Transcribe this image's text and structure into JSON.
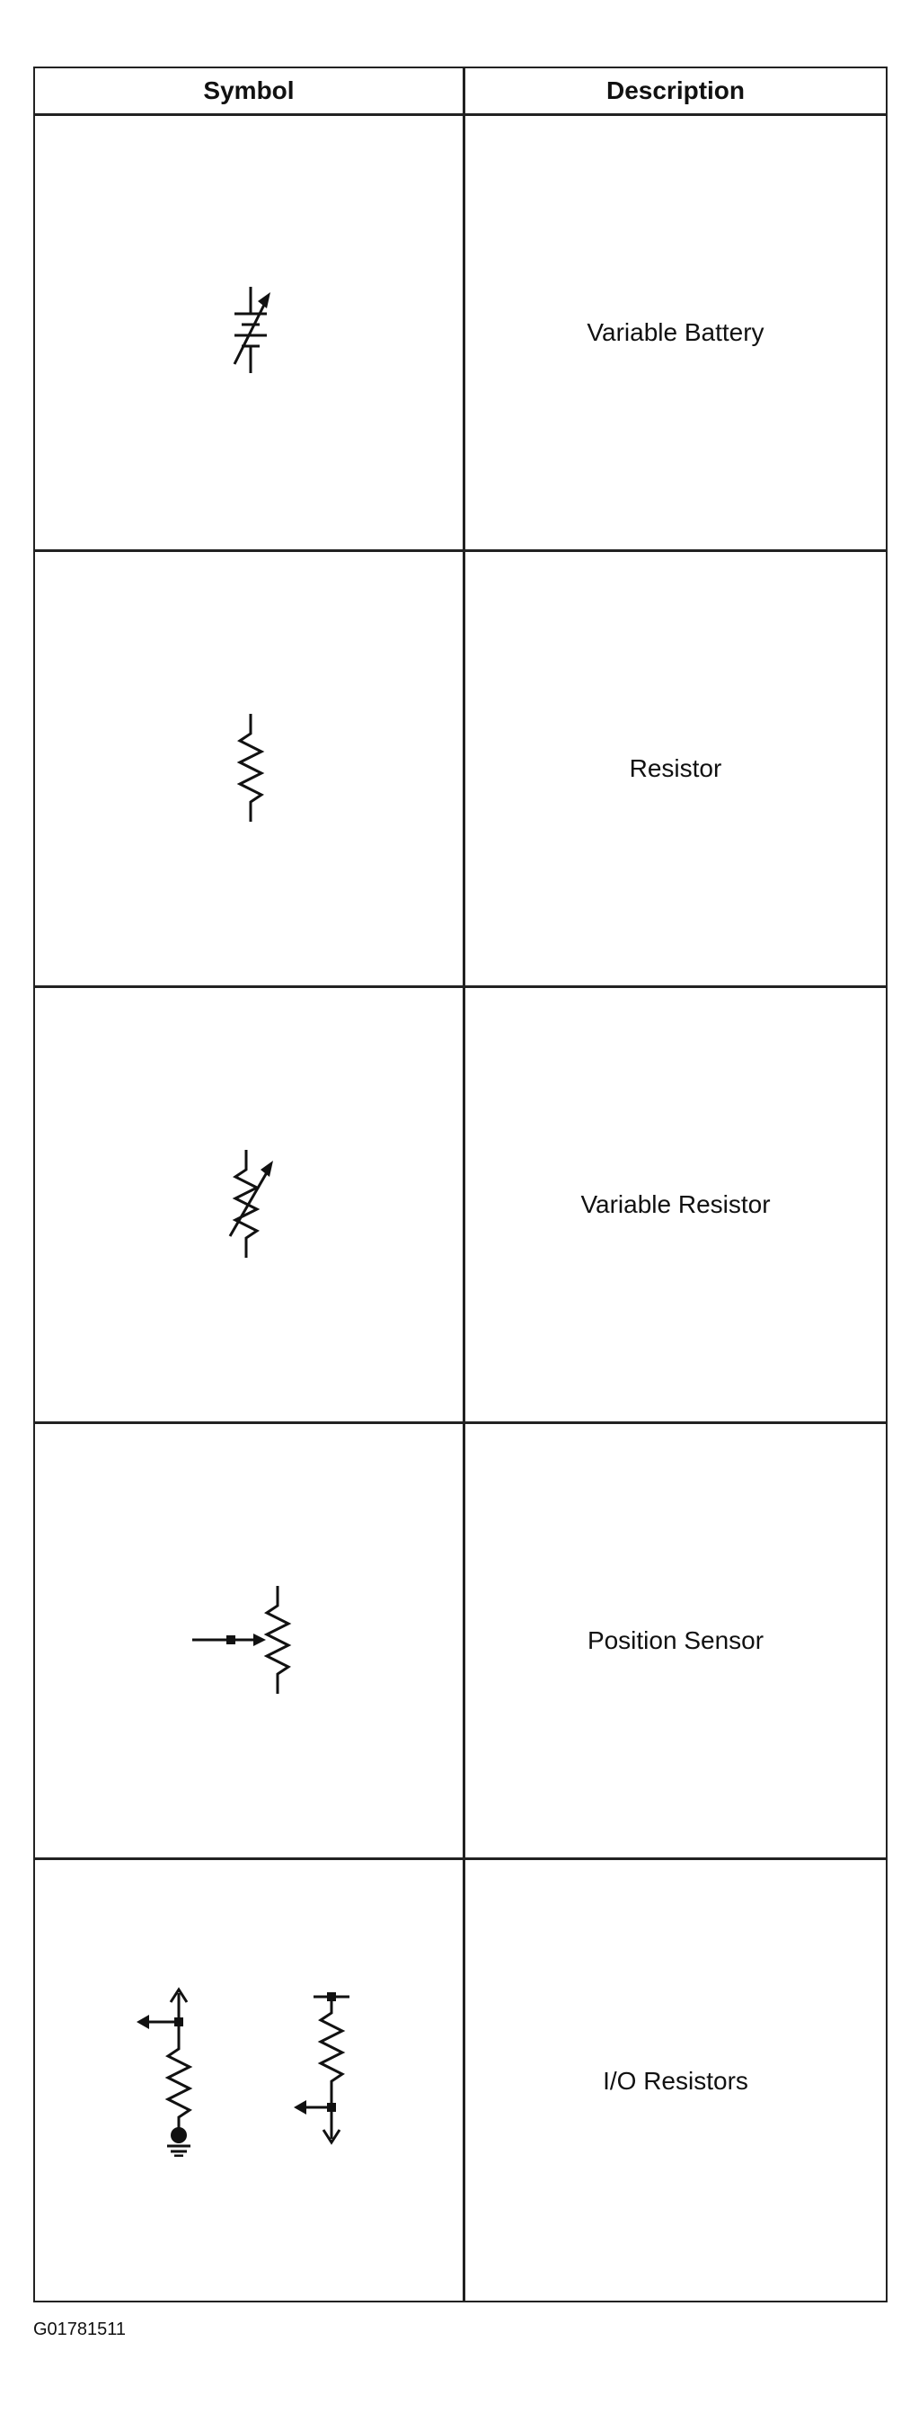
{
  "table": {
    "headers": {
      "symbol": "Symbol",
      "description": "Description"
    },
    "rows": [
      {
        "icon": "variable-battery-icon",
        "description": "Variable Battery"
      },
      {
        "icon": "resistor-icon",
        "description": "Resistor"
      },
      {
        "icon": "variable-resistor-icon",
        "description": "Variable Resistor"
      },
      {
        "icon": "position-sensor-icon",
        "description": "Position Sensor"
      },
      {
        "icon": "io-resistors-icon",
        "description": "I/O Resistors"
      }
    ]
  },
  "figure_id": "G01781511"
}
